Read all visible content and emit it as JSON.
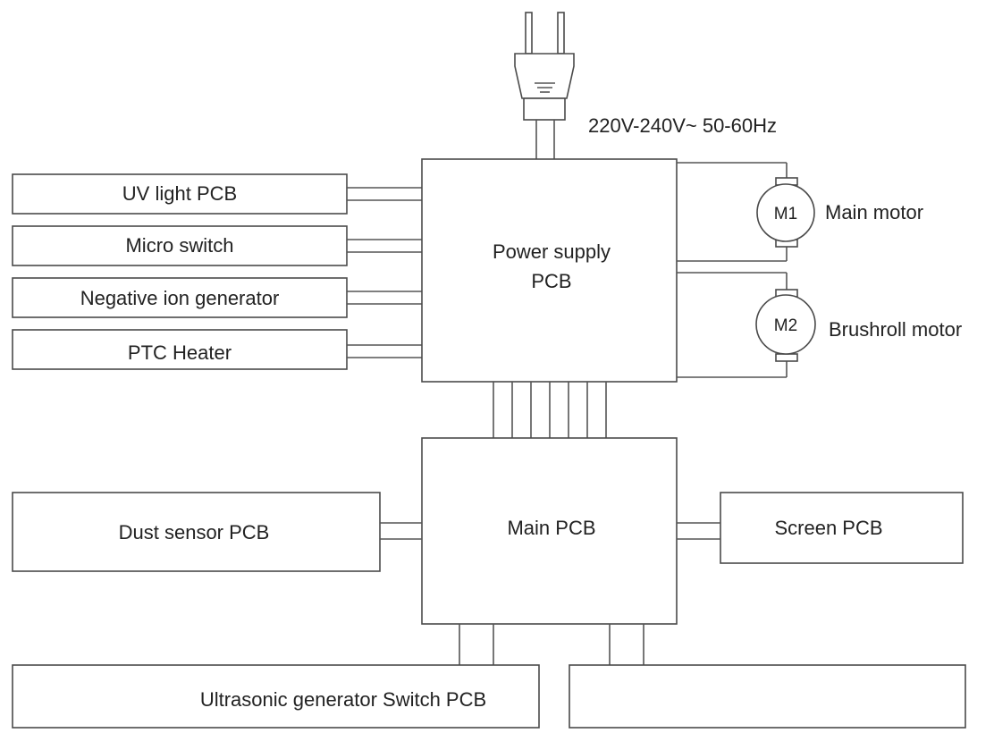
{
  "power_input": {
    "label": "220V-240V~ 50-60Hz"
  },
  "blocks": {
    "uv_light": "UV light PCB",
    "micro_switch": "Micro switch",
    "negative_ion": "Negative ion generator",
    "ptc_heater": "PTC Heater",
    "power_supply_line1": "Power supply",
    "power_supply_line2": "PCB",
    "main_pcb": "Main PCB",
    "dust_sensor": "Dust sensor PCB",
    "screen": "Screen PCB",
    "ultrasonic": "Ultrasonic generator Switch PCB",
    "unlabeled_box": ""
  },
  "motors": {
    "m1": {
      "symbol": "M1",
      "label": "Main motor"
    },
    "m2": {
      "symbol": "M2",
      "label": "Brushroll motor"
    }
  }
}
